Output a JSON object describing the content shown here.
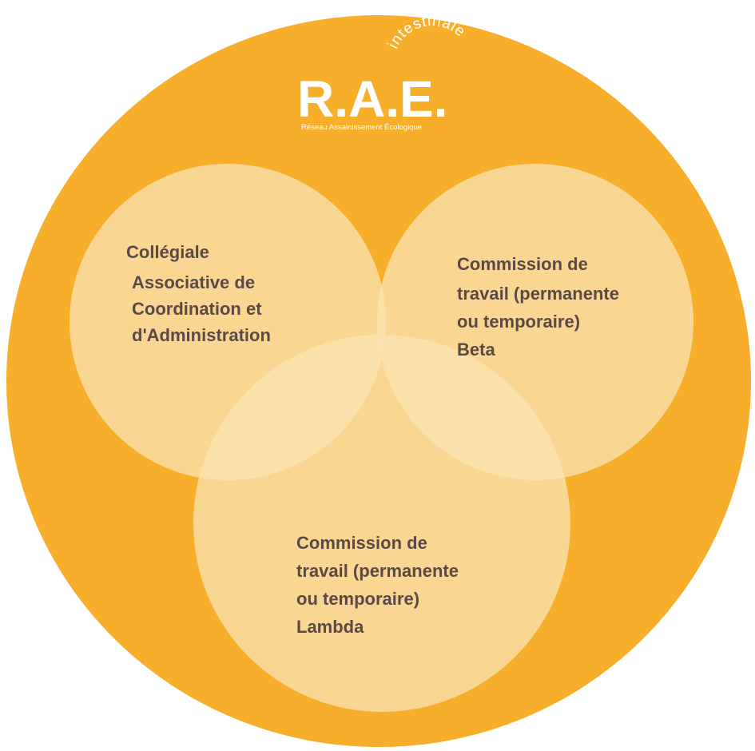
{
  "logo": {
    "main": "R.A.E.",
    "arc": "intestinale",
    "subtitle": "Réseau Assainissement Écologique"
  },
  "circles": [
    {
      "id": "cacoa",
      "lines": [
        " Collégiale",
        "Associative de",
        "Coordination et",
        "d'Administration"
      ]
    },
    {
      "id": "beta",
      "lines": [
        "Commission de",
        "travail (permanente",
        "ou temporaire)",
        "Beta"
      ]
    },
    {
      "id": "lambda",
      "lines": [
        "Commission de",
        "travail (permanente",
        "ou temporaire)",
        "Lambda"
      ]
    }
  ],
  "colors": {
    "outer": "#f6ae2b",
    "inner": "#fae3af",
    "inner_opacity": 0.78,
    "text": "#5a4a46",
    "logo": "#ffffff"
  }
}
